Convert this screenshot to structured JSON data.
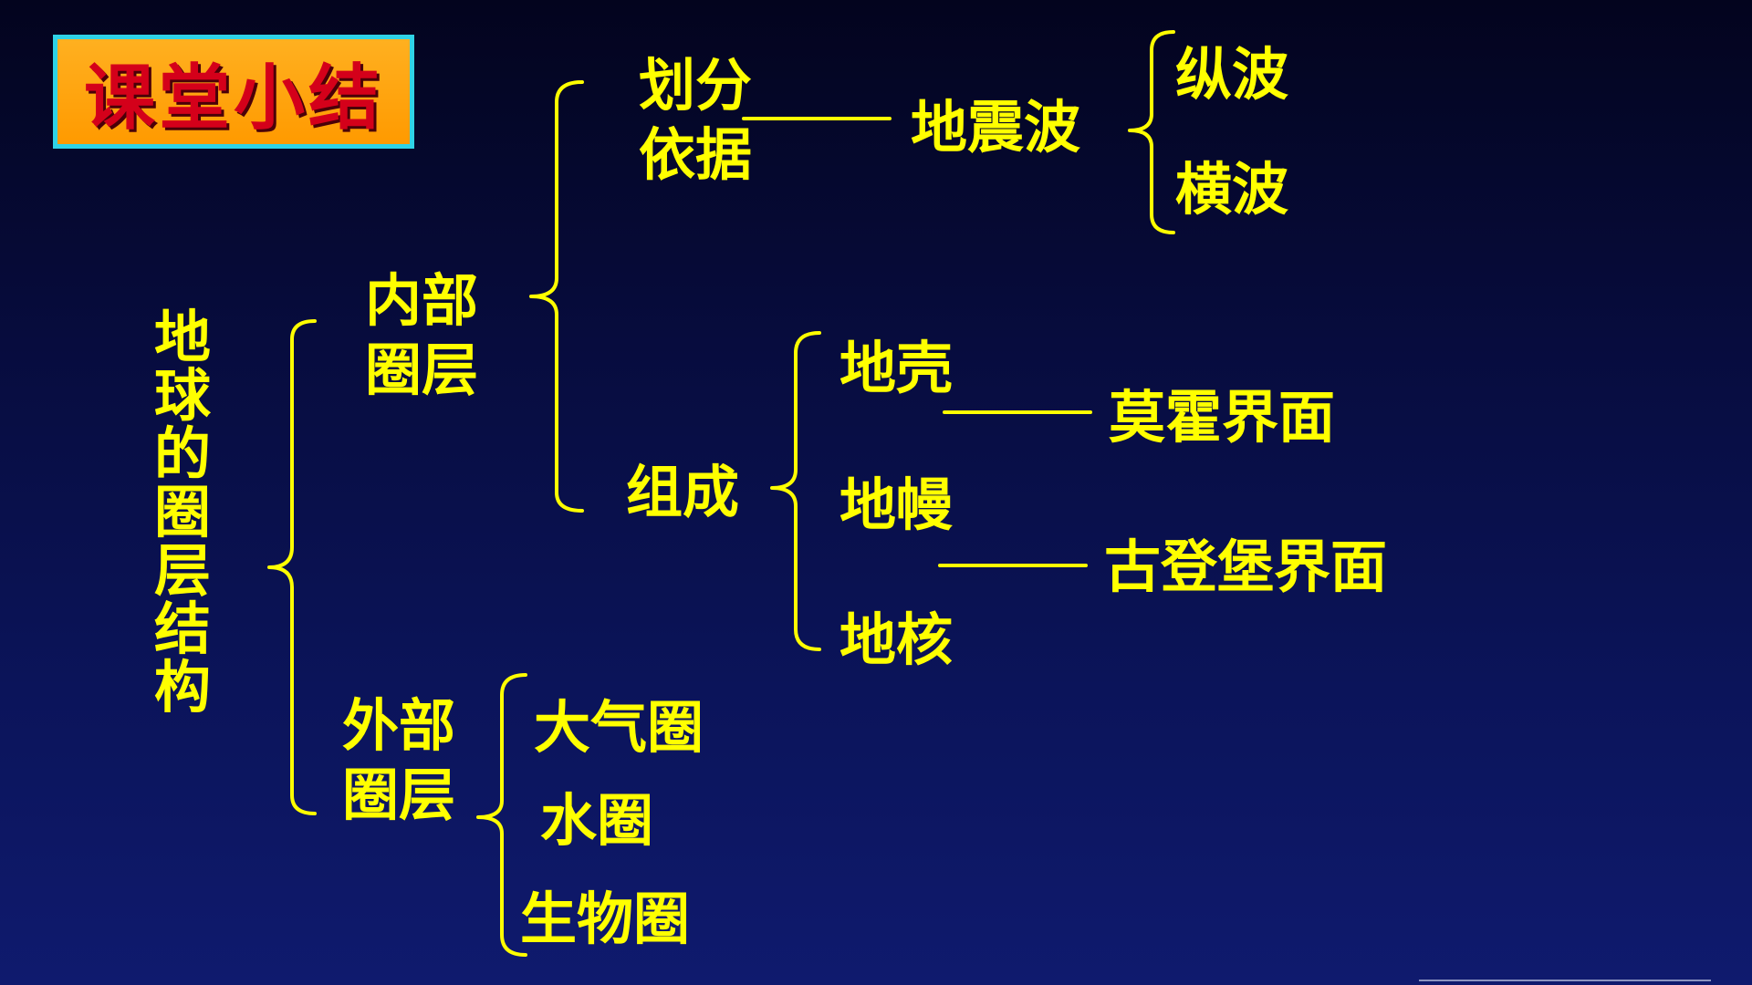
{
  "slide": {
    "title": "课堂小结"
  },
  "diagram": {
    "root": "地球的圈层结构",
    "inner": {
      "label": "内部圈层",
      "division_basis": {
        "label": "划分依据",
        "item": "地震波",
        "waves": [
          "纵波",
          "横波"
        ]
      },
      "composition": {
        "label": "组成",
        "layers": [
          "地壳",
          "地幔",
          "地核"
        ],
        "boundaries": [
          "莫霍界面",
          "古登堡界面"
        ]
      }
    },
    "outer": {
      "label": "外部圈层",
      "spheres": [
        "大气圈",
        "水圈",
        "生物圈"
      ]
    }
  },
  "colors": {
    "text": "#ffff00",
    "title_text": "#d4001a",
    "title_bg": "#ff9a00",
    "title_border": "#2fd3e6"
  }
}
